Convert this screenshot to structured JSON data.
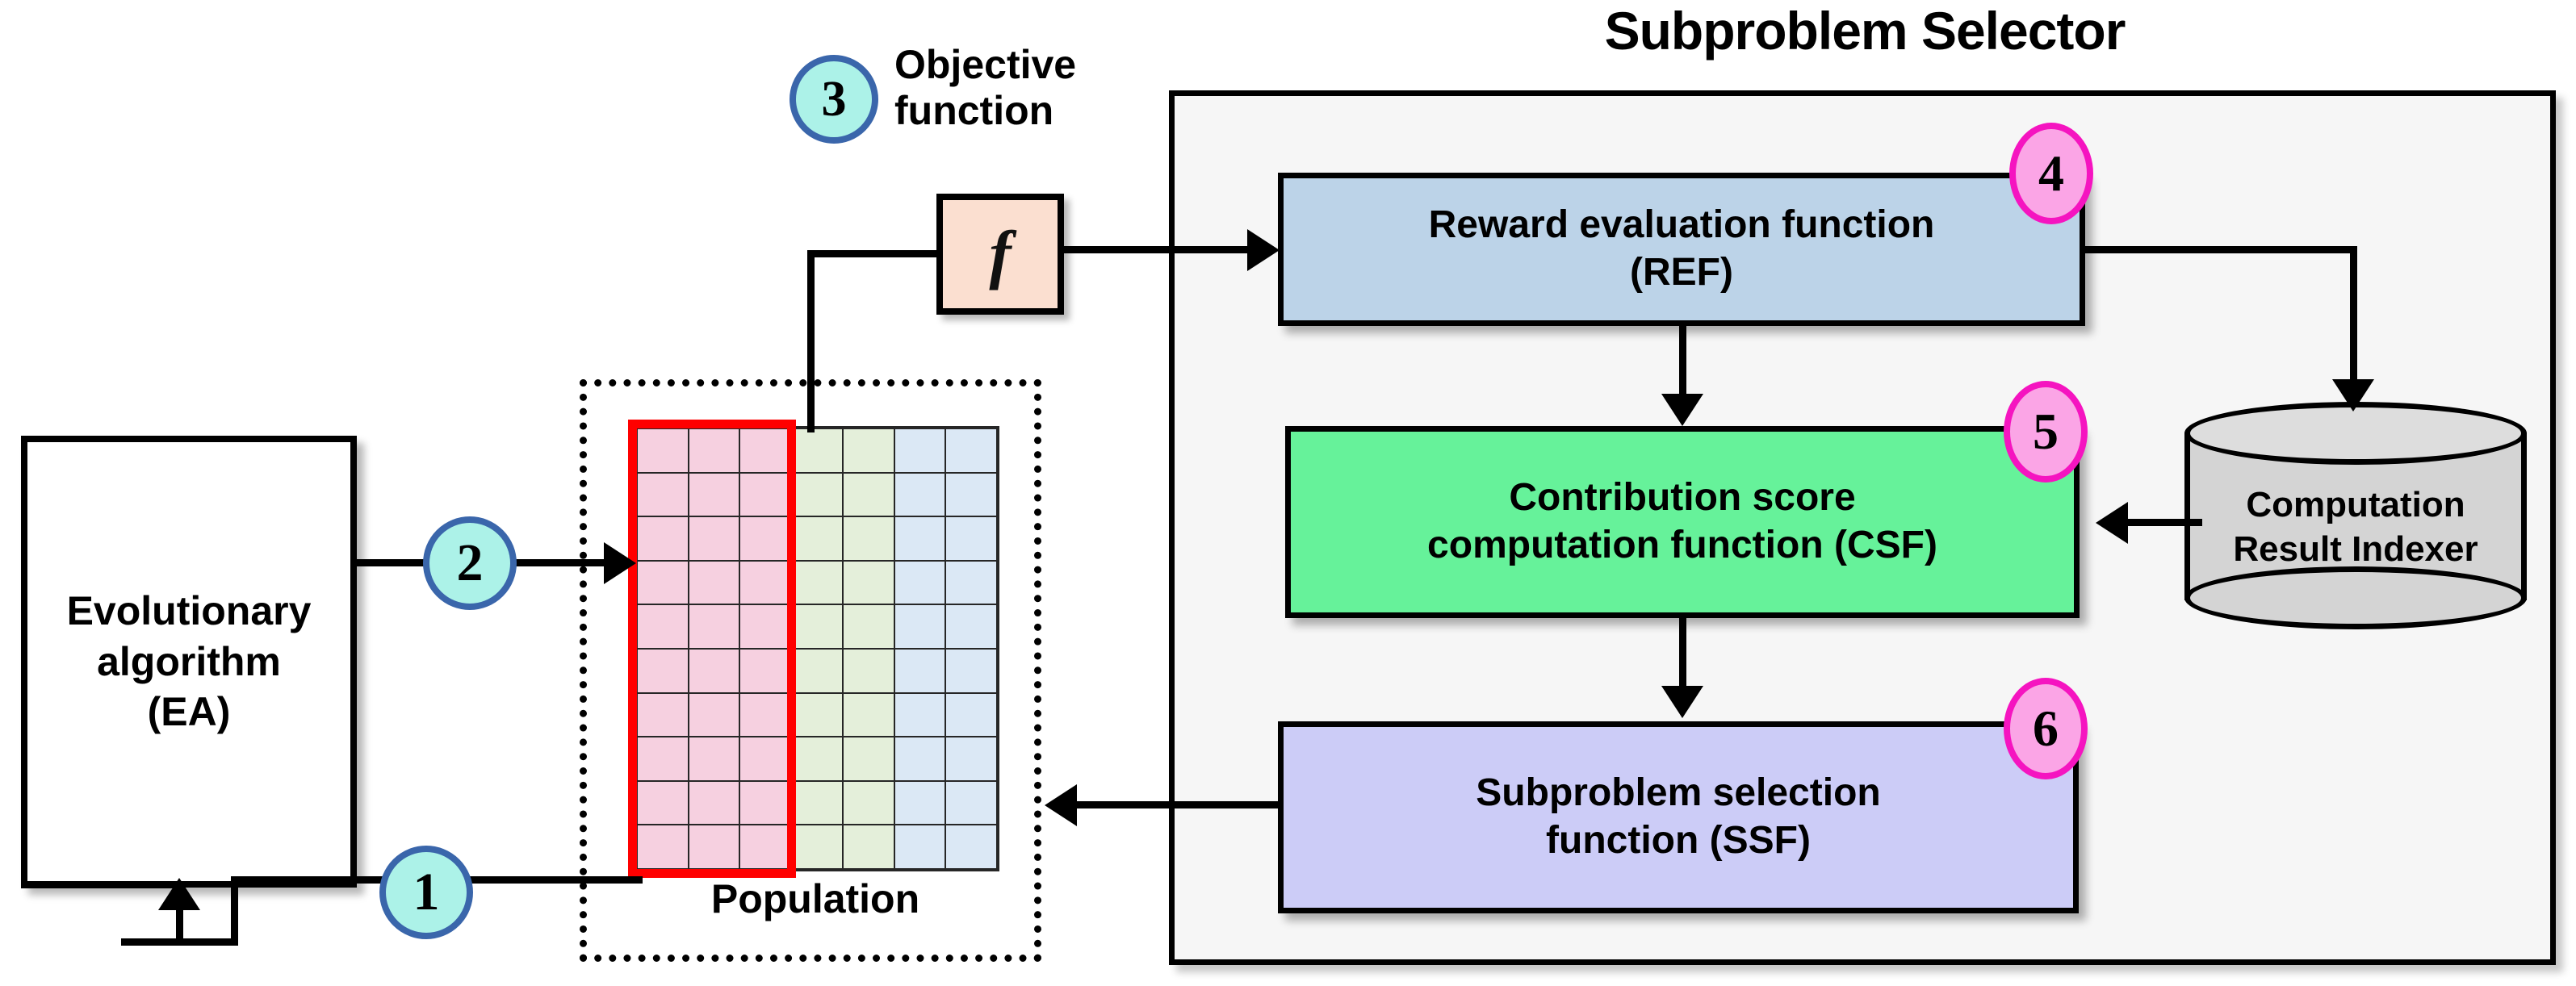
{
  "diagram": {
    "title": "Subproblem Selector",
    "nodes": {
      "ea": "Evolutionary\nalgorithm\n(EA)",
      "ea_line1": "Evolutionary",
      "ea_line2": "algorithm",
      "ea_line3": "(EA)",
      "objective_label_line1": "Objective",
      "objective_label_line2": "function",
      "objective_symbol": "f",
      "population_label": "Population",
      "ref_line1": "Reward evaluation function",
      "ref_line2": "(REF)",
      "csf_line1": "Contribution score",
      "csf_line2": "computation function (CSF)",
      "ssf_line1": "Subproblem selection",
      "ssf_line2": "function (SSF)",
      "indexer_line1": "Computation",
      "indexer_line2": "Result Indexer"
    },
    "badges": {
      "step1": "1",
      "step2": "2",
      "step3": "3",
      "step4": "4",
      "step5": "5",
      "step6": "6"
    },
    "colors": {
      "ref_fill": "#bcd3e8",
      "csf_fill": "#66f29a",
      "ssf_fill": "#ccccf7",
      "indexer_fill": "#d4d4d4",
      "objective_fill": "#fbdfd0",
      "panel_fill": "#f6f6f6",
      "badge_blue_fill": "#acf2e8",
      "badge_blue_border": "#3a66ab",
      "badge_pink_fill": "#fba5e6",
      "badge_pink_border": "#f514c0",
      "highlight_border": "#ff0000",
      "grid_pink": "#f6d0e0",
      "grid_green": "#e4efda",
      "grid_blue": "#dbe8f5"
    },
    "population_grid": {
      "rows": 10,
      "columns": 7,
      "column_groups": [
        {
          "name": "selected-subproblem-columns",
          "count": 3,
          "fill": "#f6d0e0",
          "highlighted": true
        },
        {
          "name": "green-columns",
          "count": 2,
          "fill": "#e4efda",
          "highlighted": false
        },
        {
          "name": "blue-columns",
          "count": 2,
          "fill": "#dbe8f5",
          "highlighted": false
        }
      ]
    }
  }
}
